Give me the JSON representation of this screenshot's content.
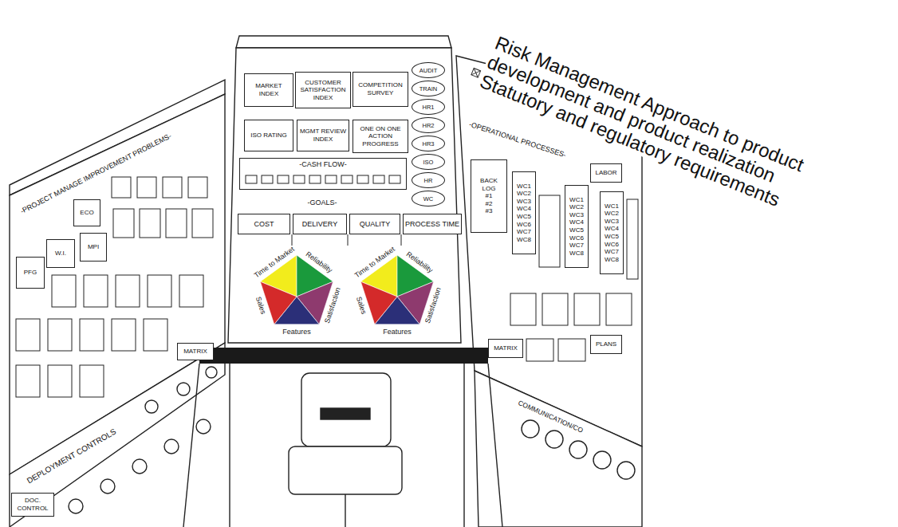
{
  "diagram": {
    "nodes": [
      {
        "text": [
          "MARKET INDEX"
        ]
      },
      {
        "text": [
          "CUSTOMER SATISFACTION INDEX"
        ]
      },
      {
        "text": [
          "COMPETITION SURVEY"
        ]
      },
      {
        "text": [
          "ISO RATING"
        ]
      },
      {
        "text": [
          "MGMT REVIEW INDEX"
        ]
      },
      {
        "text": [
          "ONE ON ONE ACTION PROGRESS"
        ]
      },
      {
        "text": [
          "-CASH FLOW-"
        ]
      },
      {
        "text": [
          "COST"
        ]
      },
      {
        "text": [
          "DELIVERY"
        ]
      },
      {
        "text": [
          "QUALITY"
        ]
      },
      {
        "text": [
          "PROCESS TIME"
        ]
      },
      {
        "text": [
          "AUDIT"
        ]
      },
      {
        "text": [
          "TRAIN"
        ]
      },
      {
        "text": [
          "HR1"
        ]
      },
      {
        "text": [
          "HR2"
        ]
      },
      {
        "text": [
          "HR3"
        ]
      },
      {
        "text": [
          "ISO"
        ]
      },
      {
        "text": [
          "HR"
        ]
      },
      {
        "text": [
          "WC"
        ]
      },
      {
        "text": [
          "ECO"
        ]
      },
      {
        "text": [
          "W.I."
        ]
      },
      {
        "text": [
          "MPI"
        ]
      },
      {
        "text": [
          "PFG"
        ]
      },
      {
        "text": [
          "DOC. CONTROL"
        ]
      },
      {
        "text": [
          "MATRIX"
        ]
      },
      {
        "text": [
          "BACK LOG",
          "#1",
          "#2",
          "#3"
        ]
      },
      {
        "text": [
          "WC1 WC2 WC3 WC4 WC5 WC6 WC7 WC8"
        ]
      },
      {
        "text": [
          "WC1 WC2 WC3 WC4 WC5 WC6 WC7 WC8"
        ]
      },
      {
        "text": [
          "WC1 WC2 WC3 WC4 WC5 WC6 WC7 WC8"
        ]
      },
      {
        "text": [
          "LABOR"
        ]
      },
      {
        "text": [
          "PLANS"
        ]
      },
      {
        "text": [
          "MATRIX"
        ]
      }
    ],
    "labels": [
      "Risk Management Approach to product development and product realization",
      "Statutory and regulatory requirements",
      "-PROJECT MANAGE IMPROVEMENT PROBLEMS-",
      "DEPLOYMENT CONTROLS",
      "-GOALS-",
      "-OPERATIONAL PROCESSES-",
      "COMMUNICATION/CO",
      "Time to Market",
      "Reliability",
      "Satisfaction",
      "Features",
      "Sales",
      "Time to Market",
      "Reliability",
      "Satisfaction",
      "Features",
      "Sales"
    ]
  }
}
